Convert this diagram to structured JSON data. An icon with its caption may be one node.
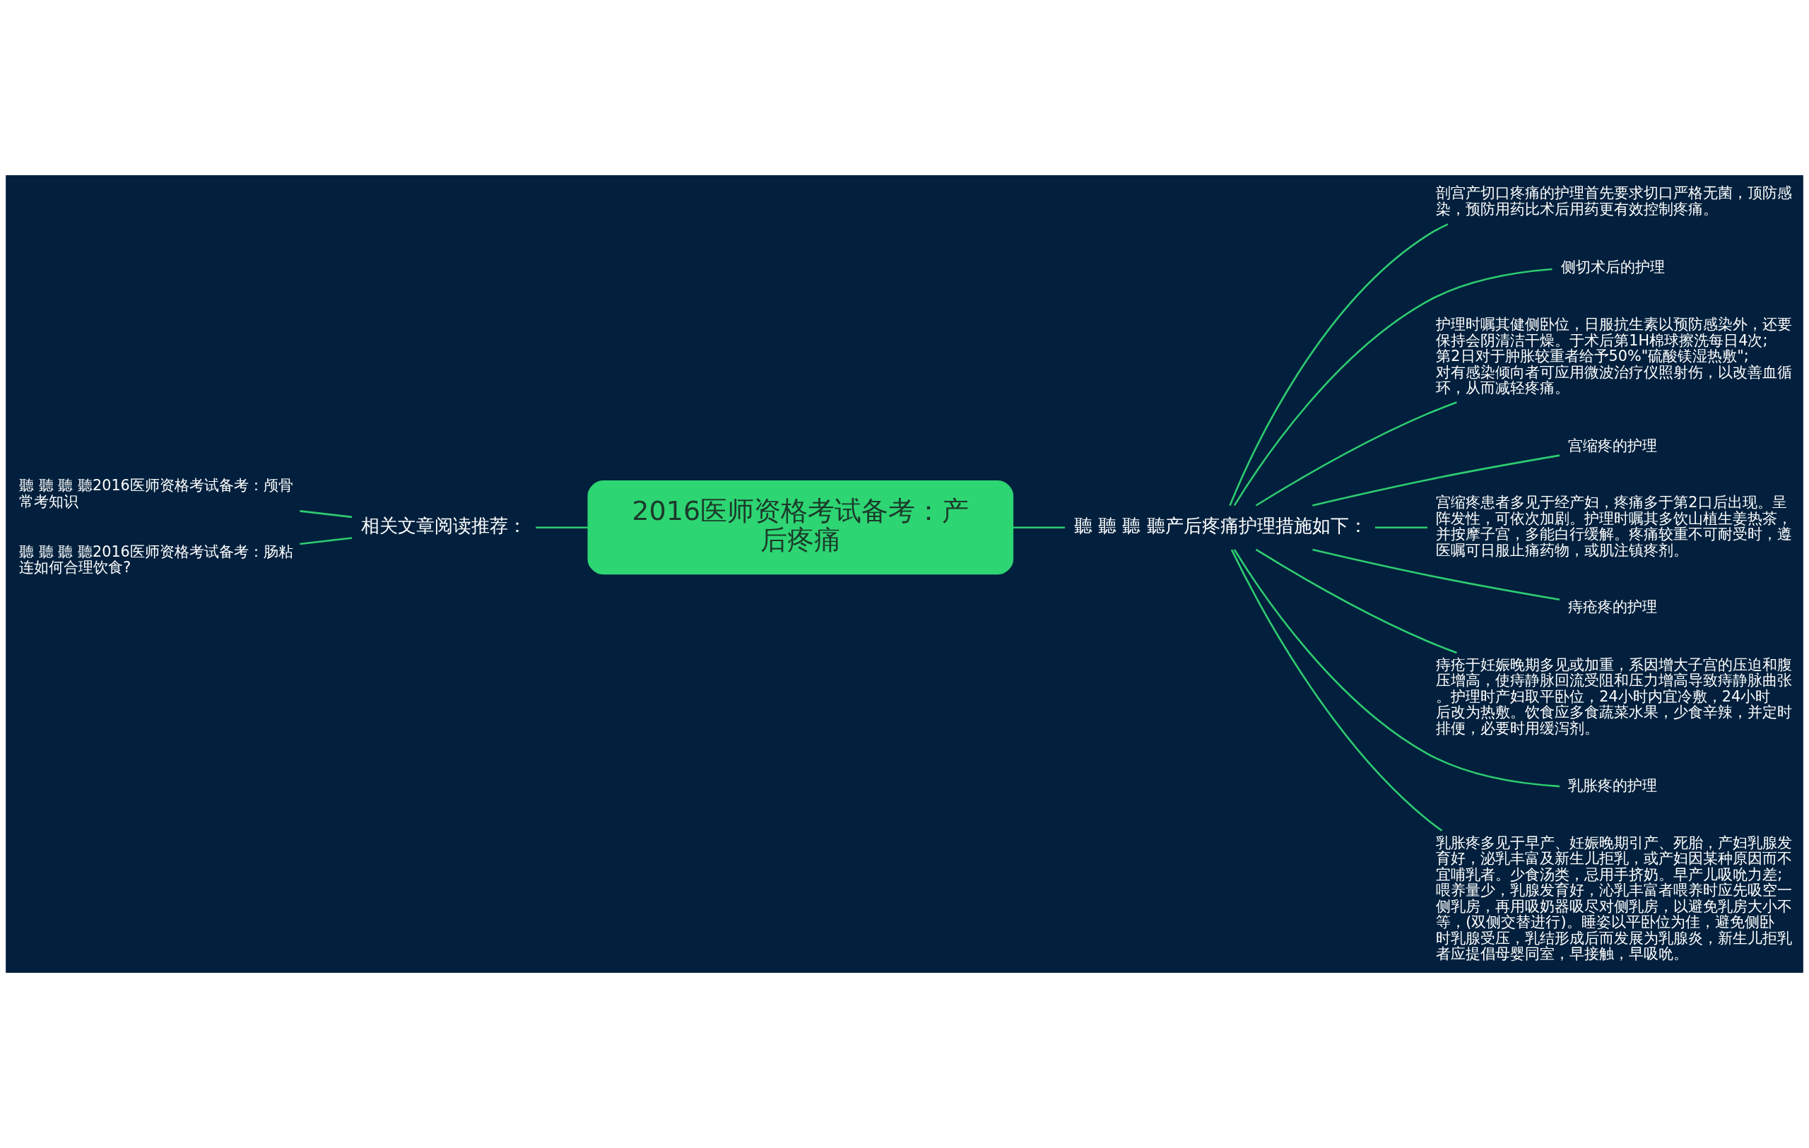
{
  "diagram": {
    "nodes": [
      {
        "text": [
          "2016医师资格考试备考：产后疼痛"
        ]
      },
      {
        "text": [
          "相关文章阅读推荐："
        ]
      },
      {
        "text": [
          "聽 聽 聽 聽2016医师资格考试备考：颅骨常考知识"
        ]
      },
      {
        "text": [
          "聽 聽 聽 聽2016医师资格考试备考：肠粘连如何合理饮食?"
        ]
      },
      {
        "text": [
          "聽 聽 聽 聽产后疼痛护理措施如下："
        ]
      },
      {
        "text": [
          "剖宫产切口疼痛的护理首先要求切口严格无菌，顶防感染，预防用药比术后用药更有效控制疼痛。"
        ]
      },
      {
        "text": [
          "侧切术后的护理"
        ]
      },
      {
        "text": [
          "护理时嘱其健侧卧位，日服抗生素以预防感染外，还要保持会阴清洁干燥。于术后第1H棉球擦洗每日4次;第2日对于肿胀较重者给予50%\"硫酸镁湿热敷\";对有感染倾向者可应用微波治疗仪照射伤，以改善血循环，从而减轻疼痛。"
        ]
      },
      {
        "text": [
          "宫缩疼的护理"
        ]
      },
      {
        "text": [
          "宫缩疼患者多见于经产妇，疼痛多于第2口后出现。呈阵发性，可依次加剧。护理时嘱其多饮山植生姜热茶，并按摩子宫，多能白行缓解。疼痛较重不可耐受时，遵医嘱可日服止痛药物，或肌注镇疼剂。"
        ]
      },
      {
        "text": [
          "痔疮疼的护理"
        ]
      },
      {
        "text": [
          "痔疮于妊娠晚期多见或加重，系因增大子宫的压迫和腹压增高，使痔静脉回流受阻和压力增高导致痔静脉曲张。护理时产妇取平卧位，24小时内宜冷敷，24小时后改为热敷。饮食应多食蔬菜水果，少食辛辣，并定时排便，必要时用缓泻剂。"
        ]
      },
      {
        "text": [
          "乳胀疼的护理"
        ]
      },
      {
        "text": [
          "乳胀疼多见于早产、妊娠晚期引产、死胎，产妇乳腺发育好，泌乳丰富及新生儿拒乳，或产妇因某种原因而不宜哺乳者。少食汤类，忌用手挤奶。早产儿吸吮力差;喂养量少，乳腺发育好，沁乳丰富者喂养时应先吸空一侧乳房，再用吸奶器吸尽对侧乳房，以避免乳房大小不等，(双侧交替进行)。睡姿以平卧位为佳，避免侧卧时乳腺受压，乳结形成后而发展为乳腺炎，新生儿拒乳者应提倡母婴同室，早接触，早吸吮。"
        ]
      }
    ],
    "edges": [
      {
        "from": 0,
        "to": 1,
        "arrow": "none"
      },
      {
        "from": 1,
        "to": 2,
        "arrow": "none"
      },
      {
        "from": 1,
        "to": 3,
        "arrow": "none"
      },
      {
        "from": 0,
        "to": 4,
        "arrow": "none"
      },
      {
        "from": 4,
        "to": 5,
        "arrow": "none"
      },
      {
        "from": 4,
        "to": 6,
        "arrow": "none"
      },
      {
        "from": 4,
        "to": 7,
        "arrow": "none"
      },
      {
        "from": 4,
        "to": 8,
        "arrow": "none"
      },
      {
        "from": 4,
        "to": 9,
        "arrow": "none"
      },
      {
        "from": 4,
        "to": 10,
        "arrow": "none"
      },
      {
        "from": 4,
        "to": 11,
        "arrow": "none"
      },
      {
        "from": 4,
        "to": 12,
        "arrow": "none"
      },
      {
        "from": 4,
        "to": 13,
        "arrow": "none"
      }
    ]
  }
}
